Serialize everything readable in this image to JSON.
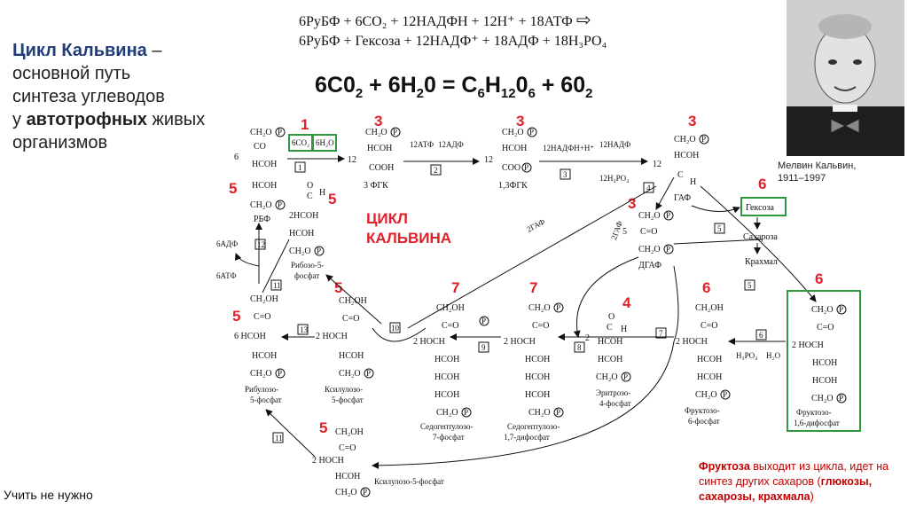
{
  "equations": {
    "line1": "6РуБФ + 6CO₂ + 12НАДФН + 12Н⁺ + 18АТФ",
    "line1_arrow": "⇨",
    "line2": "6РуБФ + Гексоза + 12НАДФ⁺ + 18АДФ + 18Н₃РО₄"
  },
  "overall": {
    "left": "6C0",
    "s1": "2",
    "mid": " + 6H",
    "s2": "2",
    "mid2": "0 = C",
    "s3": "6",
    "mid3": "H",
    "s4": "12",
    "mid4": "0",
    "s5": "6",
    "mid5": " + 60",
    "s6": "2"
  },
  "title": {
    "highlight": "Цикл Кальвина",
    "dash": " –",
    "line2": "основной путь",
    "line3": "синтеза углеводов",
    "line4_pre": "у ",
    "line4_bold": "автотрофных",
    "line4_post": " живых",
    "line5": "организмов"
  },
  "photo_caption": {
    "name": "Мелвин Кальвин,",
    "years": "1911–1997"
  },
  "footer_left": "Учить не нужно",
  "footer_right": {
    "bold1": "Фруктоза",
    "text1": " выходит из цикла, идет на синтез других сахаров (",
    "bold2": "глюкозы, сахарозы, крахмала",
    "text2": ")"
  },
  "diagram": {
    "cycle_label_1": "ЦИКЛ",
    "cycle_label_2": "КАЛЬВИНА",
    "red_numbers": [
      "1",
      "3",
      "3",
      "3",
      "5",
      "5",
      "3",
      "6",
      "5",
      "5",
      "7",
      "7",
      "4",
      "6",
      "6",
      "5"
    ],
    "compounds": {
      "rbf": "РБФ",
      "fgk": "3 ФГК",
      "fgk13": "1,3ФГК",
      "gaf": "ГАФ",
      "dgaf": "ДГАФ",
      "ribose": "Рибозо-5-фосфат",
      "ribulose": "Рибулозо-5-фосфат",
      "xylulose": "Ксилулозо-5-фосфат",
      "sedo7": "Седогептулозо-7-фосфат",
      "sedo17": "Седогептулозо-1,7-дифосфат",
      "eryth": "Эритрозо-4-фосфат",
      "fru6": "Фруктозо-6-фосфат",
      "fru16": "Фруктозо-1,6-дифосфат",
      "xylulose_bottom": "Ксилулозо-5-фосфат",
      "hexose": "Гексоза",
      "sucrose": "Сахароза",
      "starch": "Крахмал"
    },
    "cofactors": {
      "co2": "6CO₂",
      "h2o": "6H₂O",
      "atp12": "12АТФ",
      "adp12": "12АДФ",
      "nadph": "12НАДФН+Н⁺",
      "nadp": "12НАДФ",
      "h3po4": "12H₃PO₄",
      "adp6": "6АДФ",
      "atp6": "6АТФ",
      "gaf2": "2ГАФ",
      "gaf2b": "2ГАФ",
      "h3po4b": "H₃PO₄",
      "h2o_b": "H₂O"
    },
    "enzymes": [
      "1",
      "2",
      "3",
      "4",
      "5",
      "5",
      "6",
      "7",
      "8",
      "9",
      "10",
      "11",
      "12",
      "13",
      "11"
    ]
  }
}
